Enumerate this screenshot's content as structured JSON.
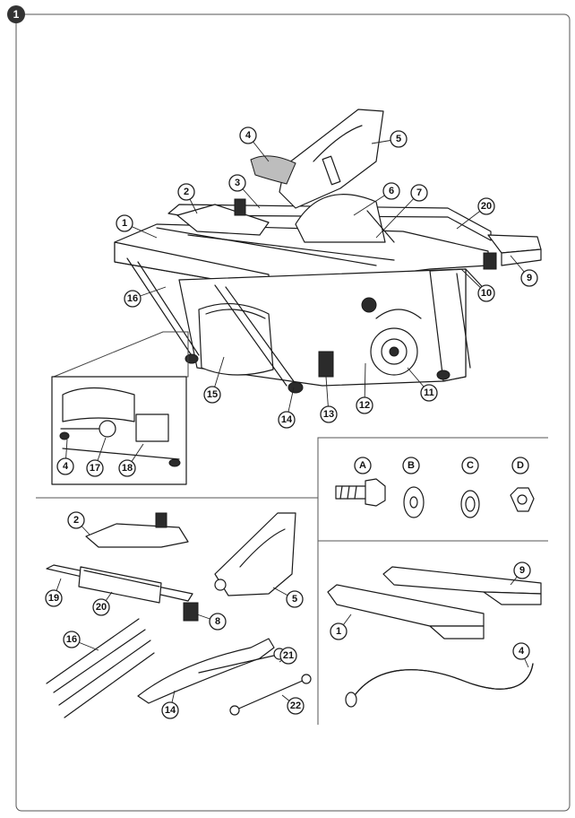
{
  "figure_number": "1",
  "callouts": {
    "main": [
      "1",
      "2",
      "3",
      "4",
      "5",
      "6",
      "7",
      "20",
      "9",
      "10",
      "16",
      "11",
      "12",
      "13",
      "14",
      "15"
    ],
    "inset": [
      "4",
      "17",
      "18"
    ],
    "hardware": [
      "A",
      "B",
      "C",
      "D"
    ],
    "parts_left": [
      "2",
      "5",
      "19",
      "20",
      "8",
      "16",
      "14",
      "21",
      "22"
    ],
    "parts_right": [
      "9",
      "1",
      "4"
    ]
  }
}
